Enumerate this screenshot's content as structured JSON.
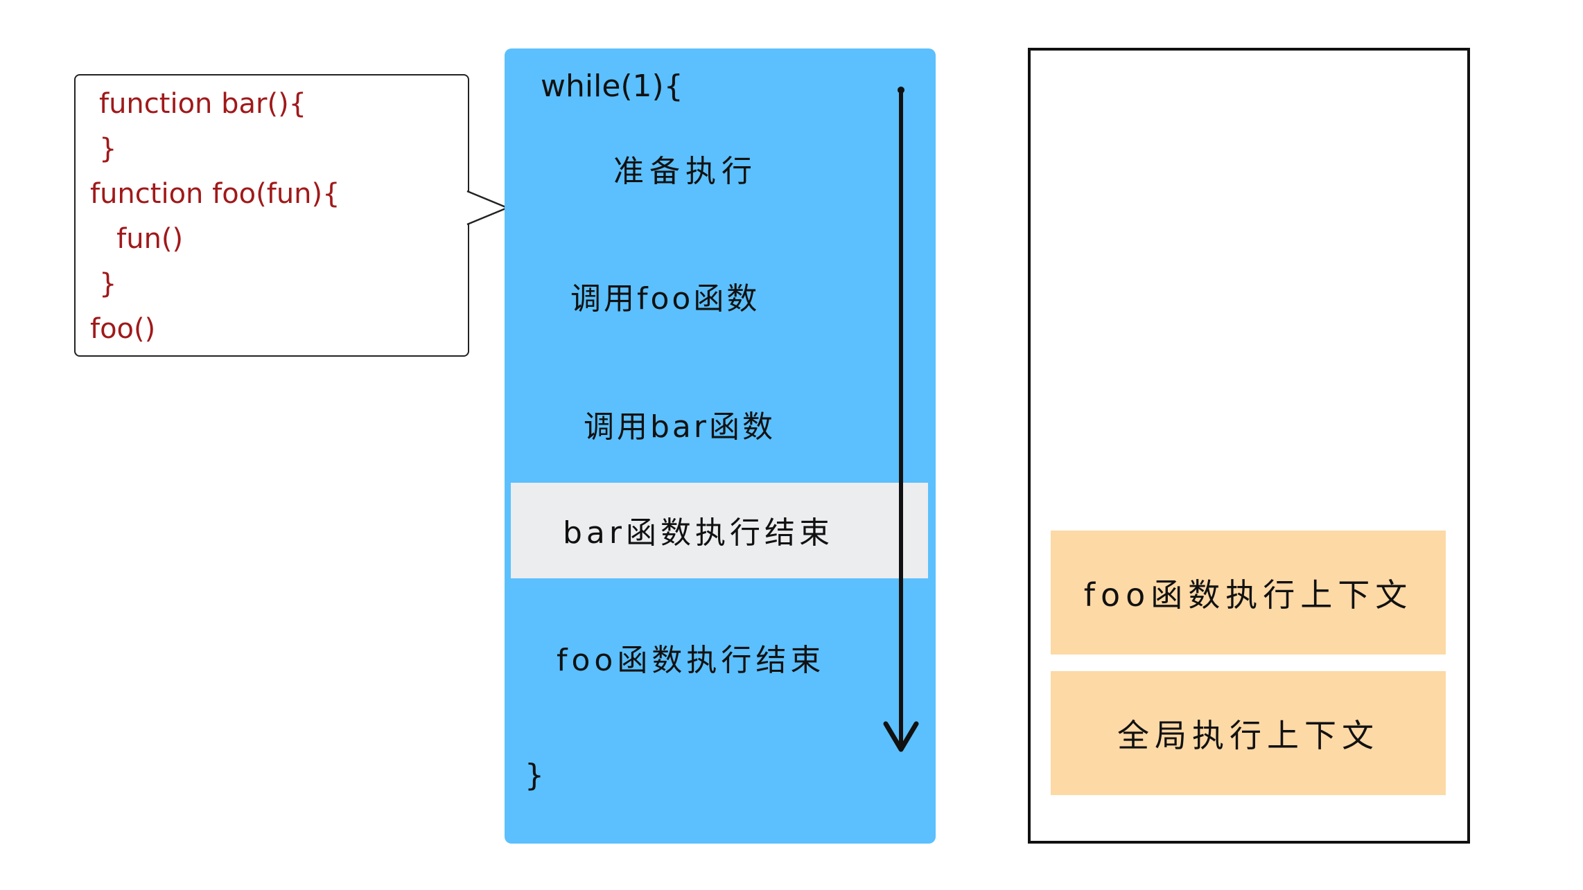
{
  "code_snippet": {
    "lines": [
      "function bar(){",
      "}",
      "function foo(fun){",
      "   fun()",
      "}",
      "foo()"
    ],
    "color": "#A0191A"
  },
  "event_loop": {
    "background": "#5BC0FD",
    "header": "while(1){",
    "steps": [
      "准备执行",
      "调用foo函数",
      "调用bar函数",
      "bar函数执行结束",
      "foo函数执行结束"
    ],
    "highlighted_step": "bar函数执行结束",
    "highlight_color": "#ECEDEF",
    "footer": "}"
  },
  "call_stack": {
    "frames": [
      "foo函数执行上下文",
      "全局执行上下文"
    ],
    "frame_color": "#FDD9A6"
  }
}
